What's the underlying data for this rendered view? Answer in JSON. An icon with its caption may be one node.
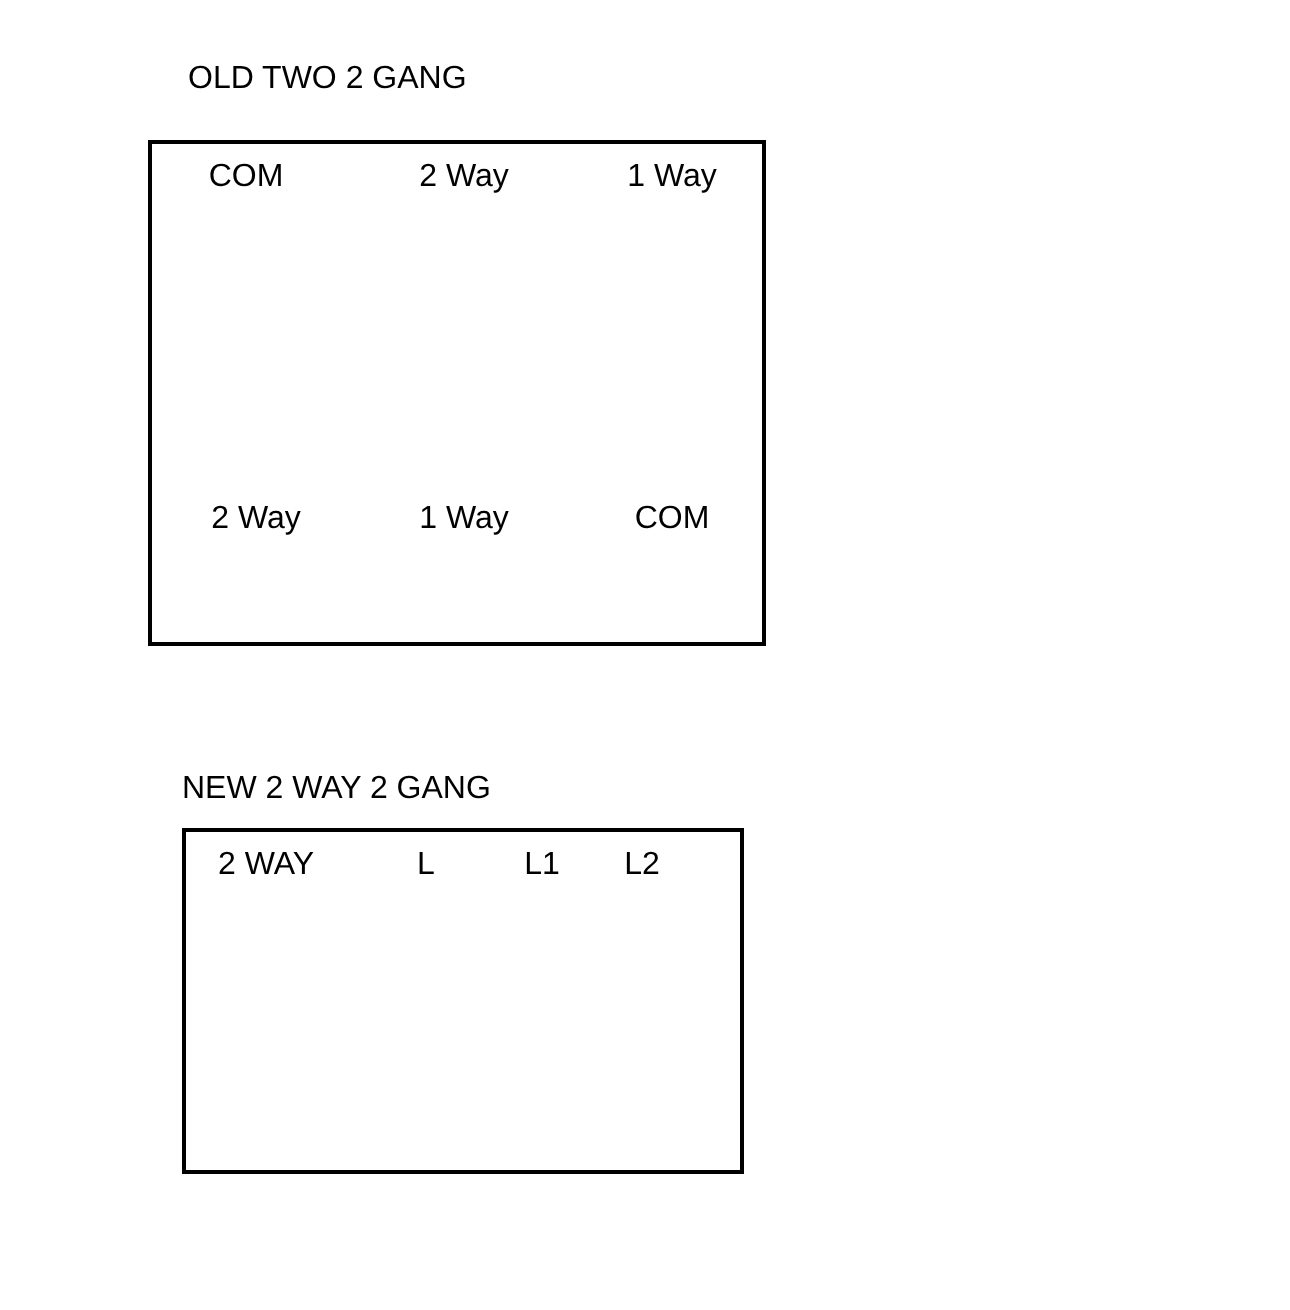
{
  "diagram": {
    "nodes": [
      {
        "text": [
          "OLD TWO 2 GANG",
          "COM",
          "2 Way",
          "1 Way",
          "2 Way",
          "1 Way",
          "COM"
        ]
      },
      {
        "text": [
          "NEW 2 WAY 2 GANG",
          "2 WAY",
          "L",
          "L1",
          "L2"
        ]
      }
    ]
  }
}
